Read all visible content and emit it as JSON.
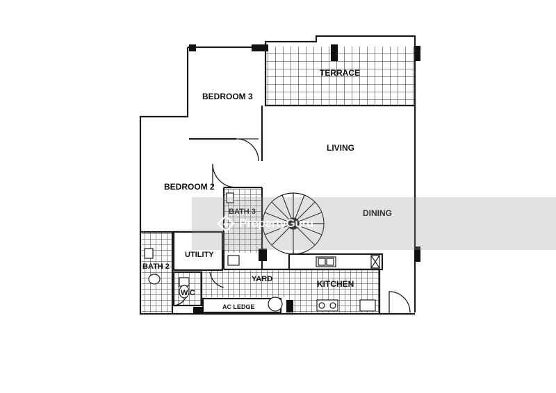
{
  "rooms": {
    "terrace": "TERRACE",
    "bedroom3": "BEDROOM 3",
    "living": "LIVING",
    "bedroom2": "BEDROOM 2",
    "bath3": "BATH 3",
    "dining": "DINING",
    "utility": "UTILITY",
    "bath2": "BATH 2",
    "wc": "W.C",
    "yard": "YARD",
    "kitchen": "KITCHEN",
    "ac_ledge": "AC LEDGE"
  },
  "watermark": {
    "text": "PropertyGuru",
    "icon": "propertyguru-logo-icon"
  },
  "colors": {
    "wall": "#1a1a1a",
    "tile": "#2a2a2a",
    "watermark_band": "#969696"
  }
}
